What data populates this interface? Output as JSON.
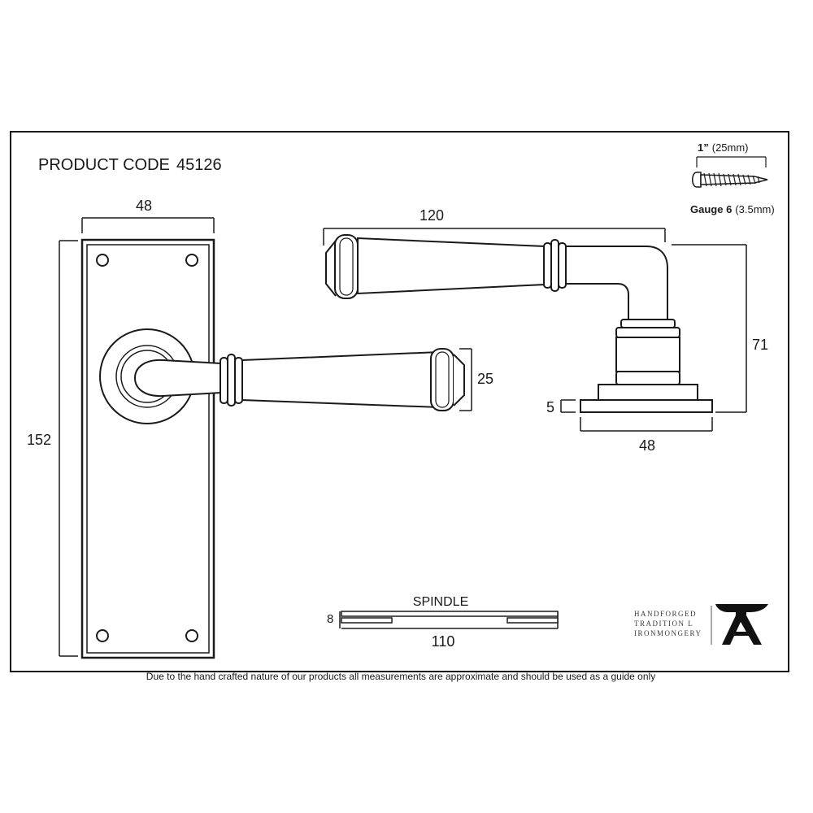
{
  "product": {
    "label": "PRODUCT CODE",
    "code": "45126"
  },
  "screw": {
    "length_imperial": "1”",
    "length_metric": "(25mm)",
    "gauge_label": "Gauge 6",
    "gauge_metric": "(3.5mm)"
  },
  "dimensions": {
    "backplate_width": "48",
    "backplate_height": "152",
    "lever_length": "120",
    "lever_grip": "25",
    "projection": "71",
    "rose_thickness": "5",
    "rose_diameter": "48"
  },
  "spindle": {
    "title": "SPINDLE",
    "size": "8",
    "length": "110"
  },
  "brand": {
    "line1": "HANDFORGED",
    "line2": "TRADITION L",
    "line3": "IRONMONGERY",
    "logo_letter": "A"
  },
  "footer": {
    "disclaimer": "Due to the hand crafted nature of our products all measurements are approximate and should be used as a guide only"
  }
}
